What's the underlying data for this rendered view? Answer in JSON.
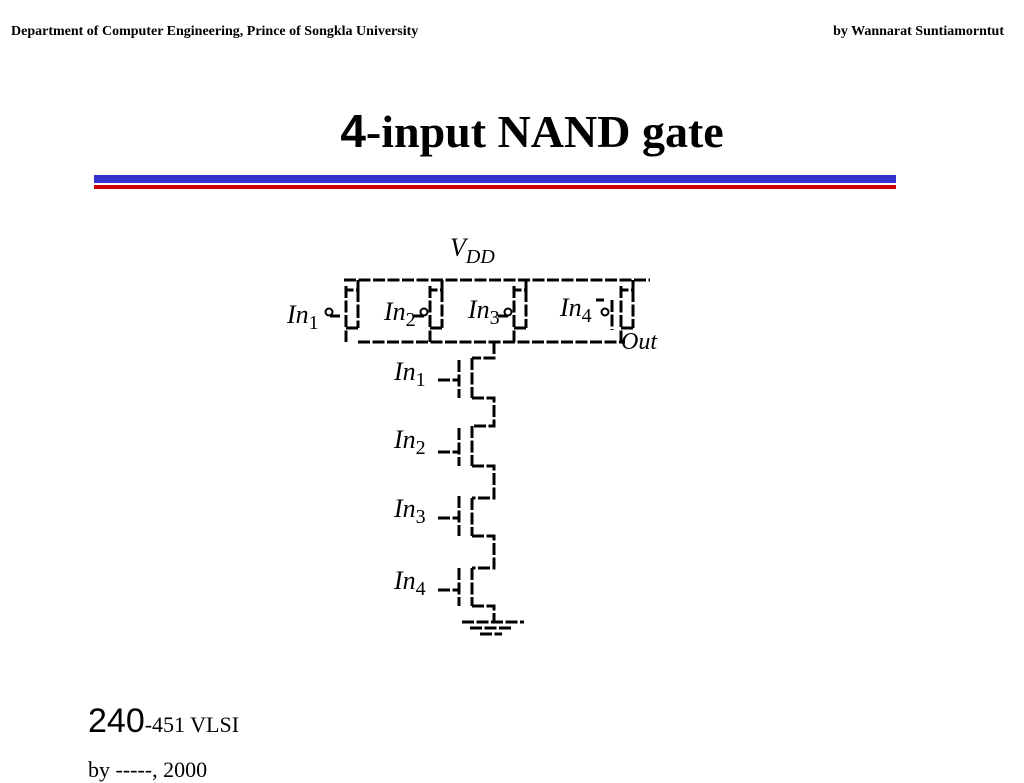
{
  "header": {
    "left": "Department of Computer Engineering, Prince of Songkla University",
    "right": "by Wannarat Suntiamorntut"
  },
  "slide": {
    "title_num": "4",
    "title_rest": "-input NAND gate"
  },
  "colors": {
    "rule_blue": "#3333cc",
    "rule_red": "#cc0000",
    "wire": "#000000"
  },
  "diagram": {
    "vdd": {
      "base": "V",
      "sub": "DD"
    },
    "out": "Out",
    "pmos_inputs": [
      {
        "base": "In",
        "sub": "1"
      },
      {
        "base": "In",
        "sub": "2"
      },
      {
        "base": "In",
        "sub": "3"
      },
      {
        "base": "In",
        "sub": "4"
      }
    ],
    "nmos_inputs": [
      {
        "base": "In",
        "sub": "1"
      },
      {
        "base": "In",
        "sub": "2"
      },
      {
        "base": "In",
        "sub": "3"
      },
      {
        "base": "In",
        "sub": "4"
      }
    ]
  },
  "footer": {
    "course_num": "240",
    "course_rest": "-451  VLSI",
    "date": "by -----, 2000"
  }
}
